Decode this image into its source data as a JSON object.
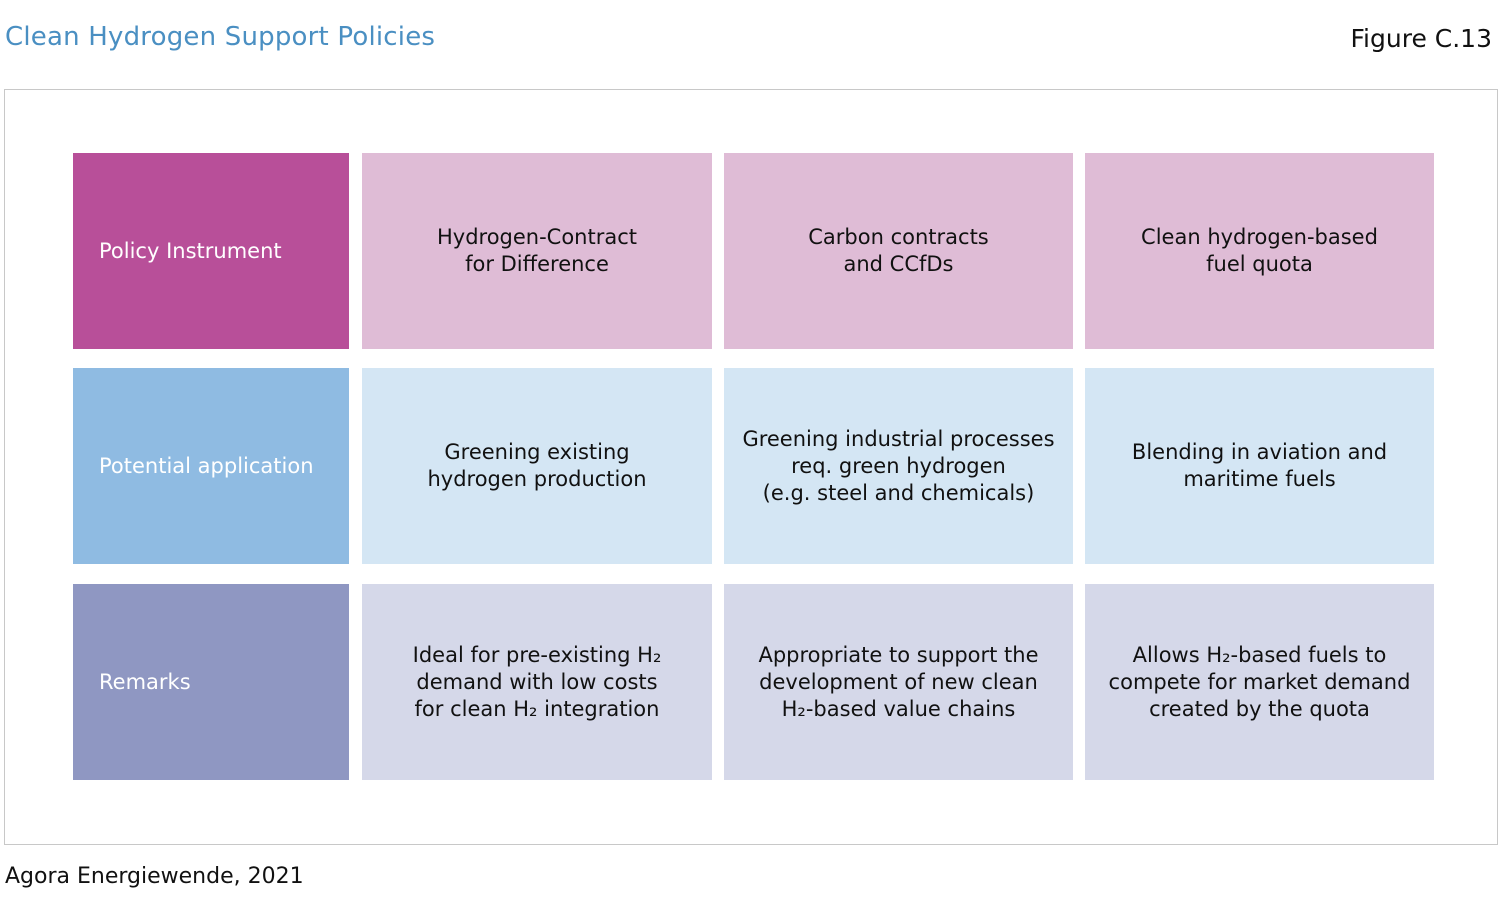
{
  "header": {
    "title": "Clean Hydrogen Support Policies",
    "figure": "Figure C.13"
  },
  "colors": {
    "title": "#4a8fc2",
    "row1_head": "#b84f99",
    "row1_cell": "#dfbcd6",
    "row2_head": "#8fbbe2",
    "row2_cell": "#d4e6f4",
    "row3_head": "#8f97c2",
    "row3_cell": "#d5d8e9"
  },
  "rows": [
    {
      "label": "Policy Instrument",
      "cells": [
        "Hydrogen-Contract\nfor Difference",
        "Carbon contracts\nand CCfDs",
        "Clean hydrogen-based\nfuel quota"
      ]
    },
    {
      "label": "Potential application",
      "cells": [
        "Greening existing\nhydrogen production",
        "Greening industrial processes\nreq. green hydrogen\n(e.g. steel and chemicals)",
        "Blending in aviation and\nmaritime fuels"
      ]
    },
    {
      "label": "Remarks",
      "cells": [
        "Ideal for pre-existing H₂\ndemand with low costs\nfor clean H₂ integration",
        "Appropriate to support the\ndevelopment of new clean\nH₂-based value chains",
        "Allows H₂-based fuels to\ncompete for market demand\ncreated by the quota"
      ]
    }
  ],
  "footer": {
    "source": "Agora Energiewende, 2021"
  }
}
